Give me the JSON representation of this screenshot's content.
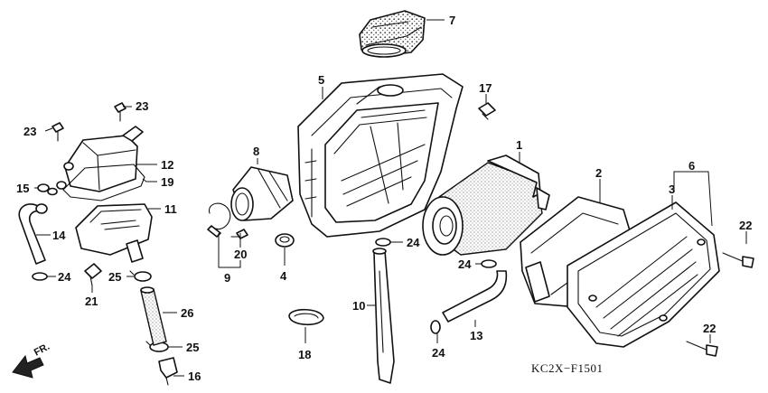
{
  "diagram": {
    "figure_code": "KC2X−F1501",
    "direction_label": "FR.",
    "callouts": [
      {
        "id": "c7",
        "text": "7"
      },
      {
        "id": "c5",
        "text": "5"
      },
      {
        "id": "c17",
        "text": "17"
      },
      {
        "id": "c23a",
        "text": "23"
      },
      {
        "id": "c23b",
        "text": "23"
      },
      {
        "id": "c12",
        "text": "12"
      },
      {
        "id": "c19",
        "text": "19"
      },
      {
        "id": "c15",
        "text": "15"
      },
      {
        "id": "c11",
        "text": "11"
      },
      {
        "id": "c14",
        "text": "14"
      },
      {
        "id": "c24a",
        "text": "24"
      },
      {
        "id": "c21",
        "text": "21"
      },
      {
        "id": "c25a",
        "text": "25"
      },
      {
        "id": "c26",
        "text": "26"
      },
      {
        "id": "c25b",
        "text": "25"
      },
      {
        "id": "c16",
        "text": "16"
      },
      {
        "id": "c8",
        "text": "8"
      },
      {
        "id": "c20",
        "text": "20"
      },
      {
        "id": "c9",
        "text": "9"
      },
      {
        "id": "c4",
        "text": "4"
      },
      {
        "id": "c18",
        "text": "18"
      },
      {
        "id": "c24b",
        "text": "24"
      },
      {
        "id": "c10",
        "text": "10"
      },
      {
        "id": "c1",
        "text": "1"
      },
      {
        "id": "c24c",
        "text": "24"
      },
      {
        "id": "c13",
        "text": "13"
      },
      {
        "id": "c24d",
        "text": "24"
      },
      {
        "id": "c2",
        "text": "2"
      },
      {
        "id": "c3",
        "text": "3"
      },
      {
        "id": "c6",
        "text": "6"
      },
      {
        "id": "c22a",
        "text": "22"
      },
      {
        "id": "c22b",
        "text": "22"
      }
    ]
  }
}
